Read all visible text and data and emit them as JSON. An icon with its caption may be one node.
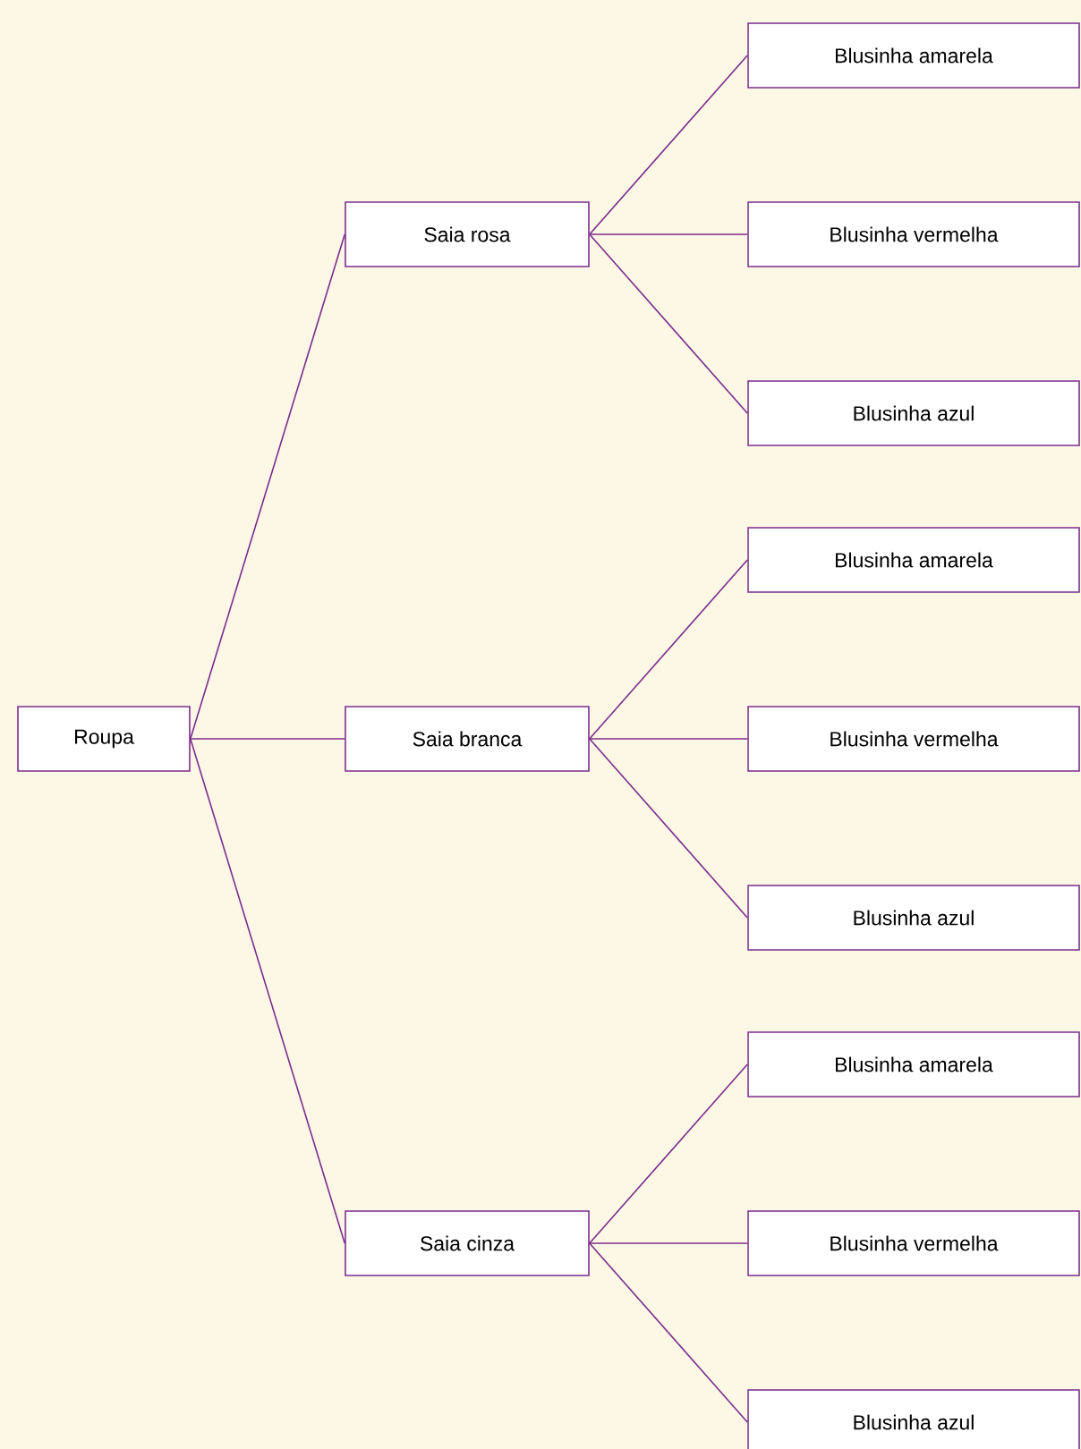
{
  "diagram": {
    "nodes": [
      {
        "text": [
          "Roupa"
        ]
      },
      {
        "text": [
          "Saia rosa"
        ]
      },
      {
        "text": [
          "Blusinha amarela"
        ]
      },
      {
        "text": [
          "Blusinha vermelha"
        ]
      },
      {
        "text": [
          "Blusinha azul"
        ]
      },
      {
        "text": [
          "Saia branca"
        ]
      },
      {
        "text": [
          "Blusinha amarela"
        ]
      },
      {
        "text": [
          "Blusinha vermelha"
        ]
      },
      {
        "text": [
          "Blusinha azul"
        ]
      },
      {
        "text": [
          "Saia cinza"
        ]
      },
      {
        "text": [
          "Blusinha amarela"
        ]
      },
      {
        "text": [
          "Blusinha vermelha"
        ]
      },
      {
        "text": [
          "Blusinha azul"
        ]
      }
    ],
    "edges": [
      {
        "from": 0,
        "to": 1,
        "arrow": "none"
      },
      {
        "from": 0,
        "to": 5,
        "arrow": "none"
      },
      {
        "from": 0,
        "to": 9,
        "arrow": "none"
      },
      {
        "from": 1,
        "to": 2,
        "arrow": "none"
      },
      {
        "from": 1,
        "to": 3,
        "arrow": "none"
      },
      {
        "from": 1,
        "to": 4,
        "arrow": "none"
      },
      {
        "from": 5,
        "to": 6,
        "arrow": "none"
      },
      {
        "from": 5,
        "to": 7,
        "arrow": "none"
      },
      {
        "from": 5,
        "to": 8,
        "arrow": "none"
      },
      {
        "from": 9,
        "to": 10,
        "arrow": "none"
      },
      {
        "from": 9,
        "to": 11,
        "arrow": "none"
      },
      {
        "from": 9,
        "to": 12,
        "arrow": "none"
      }
    ]
  }
}
